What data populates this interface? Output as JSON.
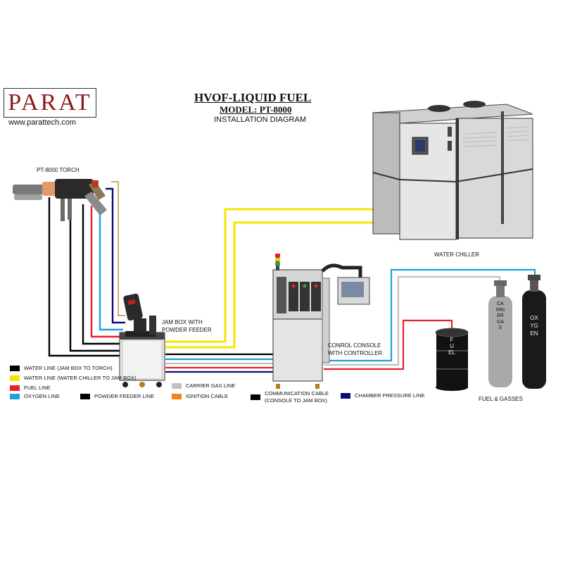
{
  "header": {
    "logo_text": "PARAT",
    "website": "www.parattech.com",
    "title": "HVOF-LIQUID FUEL",
    "model": "MODEL: PT-8000",
    "subtitle": "INSTALLATION DIAGRAM"
  },
  "components": {
    "torch": "PT-8000 TORCH",
    "jam_box_line1": "JAM BOX WITH",
    "jam_box_line2": "POWDER FEEDER",
    "water_chiller": "WATER CHILLER",
    "console_line1": "CONROL CONSOLE",
    "console_line2": "WITH CONTROLLER",
    "fuel_gasses": "FUEL & GASSES",
    "cylinder_carrier": "CARRIER GAS",
    "cylinder_oxygen": "OXYGEN",
    "drum_fuel": "FUEL"
  },
  "legend": {
    "water_line_torch": "WATER LINE (JAM BOX TO TORCH)",
    "water_line_chiller": "WATER LINE (WATER CHILLER TO JAM BOX)",
    "fuel_line": "FUEL LINE",
    "oxygen_line": "OXYGEN LINE",
    "powder_feeder_line": "POWDER FEEDER LINE",
    "carrier_gas_line": "CARRIER GAS LINE",
    "ignition_cable": "IGNITION CABLE",
    "communication_cable_line1": "COMMUNICATION CABLE",
    "communication_cable_line2": "(CONSOLE TO JAM BOX)",
    "chamber_pressure_line": "CHAMBER PRESSURE LINE"
  },
  "colors": {
    "water_torch": "#000000",
    "water_chiller": "#f5e600",
    "fuel": "#e8202a",
    "oxygen": "#1ea0dc",
    "powder": "#000000",
    "carrier_gas": "#c0c0c0",
    "ignition": "#f5821f",
    "communication": "#000000",
    "chamber_pressure": "#0a0a78",
    "logo": "#8b1a1a"
  }
}
